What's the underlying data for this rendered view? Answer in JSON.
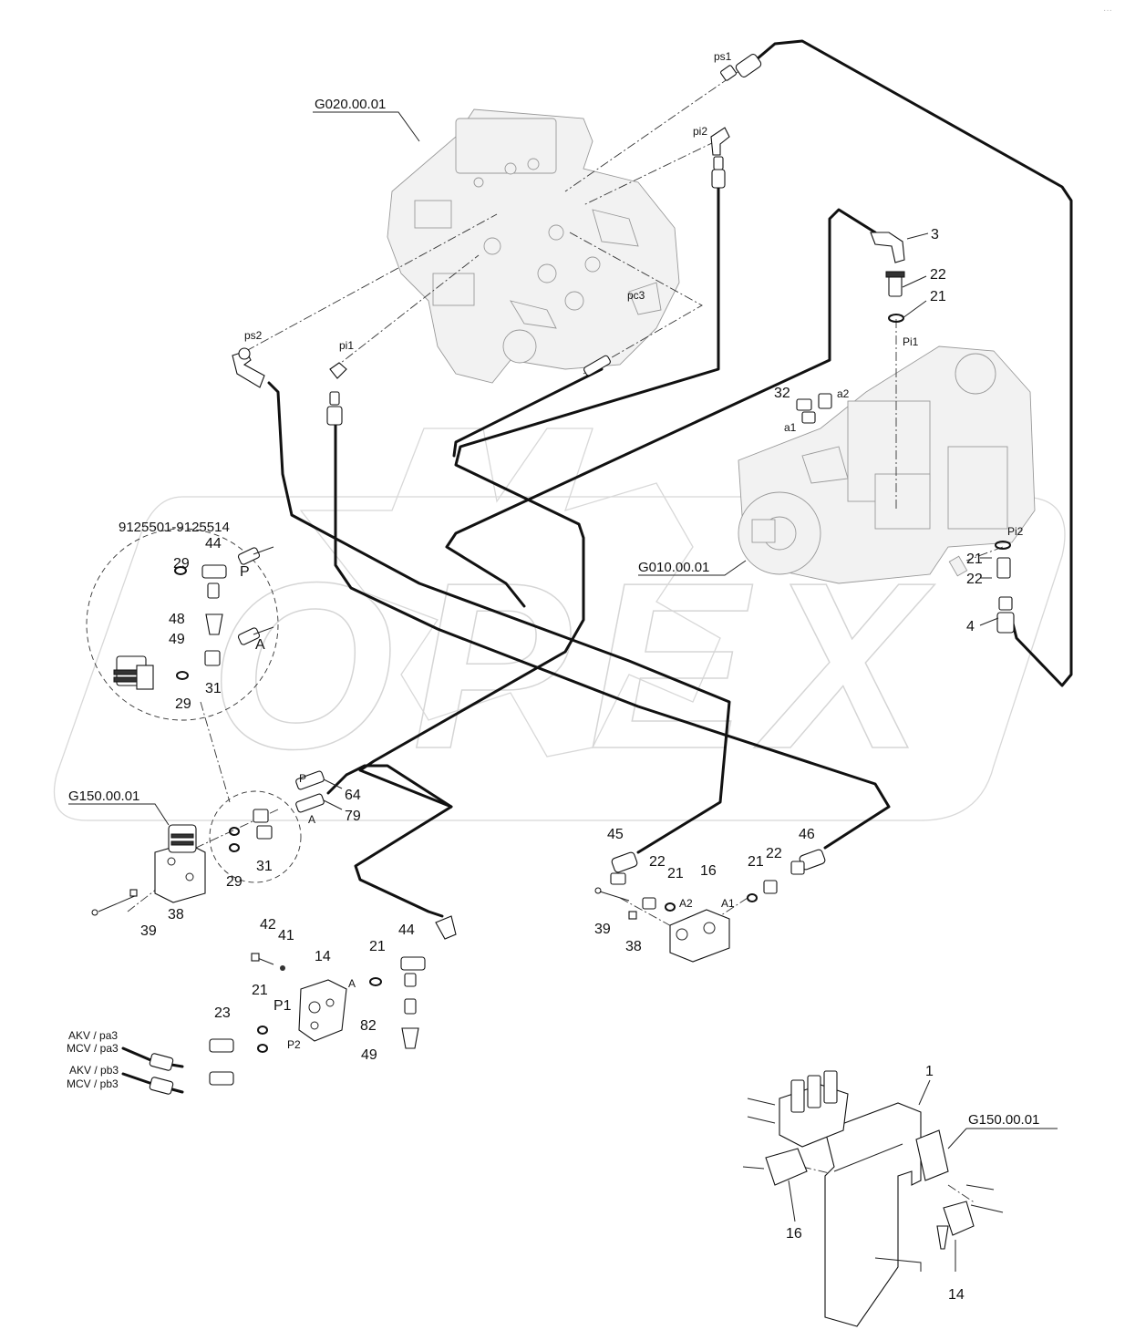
{
  "watermark": "OPEX",
  "corner_mark": "···",
  "assemblies": {
    "main_valve": "G020.00.01",
    "pump": "G010.00.01",
    "solenoid_left": "G150.00.01",
    "solenoid_bottom": "G150.00.01",
    "serial_range": "9125501-9125514"
  },
  "ports": {
    "ps1": "ps1",
    "ps2": "ps2",
    "pi1": "pi1",
    "pi2": "pi2",
    "pc3": "pc3",
    "Pi1": "Pi1",
    "Pi2": "Pi2",
    "a1": "a1",
    "a2": "a2",
    "P": "P",
    "A": "A",
    "P1": "P1",
    "P2": "P2",
    "A1": "A1",
    "A2": "A2"
  },
  "hose_ends": {
    "pa3_akv": "AKV / pa3",
    "pa3_mcv": "MCV / pa3",
    "pb3_akv": "AKV / pb3",
    "pb3_mcv": "MCV / pb3"
  },
  "callouts": {
    "c3": "3",
    "c22a": "22",
    "c21a": "21",
    "c32": "32",
    "c21b": "21",
    "c22b": "22",
    "c4": "4",
    "c29a": "29",
    "c44a": "44",
    "c48": "48",
    "c49a": "49",
    "c31a": "31",
    "c29b": "29",
    "c64": "64",
    "c79": "79",
    "c31b": "31",
    "c29c": "29",
    "c38a": "38",
    "c39a": "39",
    "c45": "45",
    "c22c": "22",
    "c21c": "21",
    "c16a": "16",
    "c21d": "21",
    "c22d": "22",
    "c46": "46",
    "c39b": "39",
    "c38b": "38",
    "c42": "42",
    "c41": "41",
    "c14a": "14",
    "c21e": "21",
    "c44b": "44",
    "c23": "23",
    "c21f": "21",
    "c82": "82",
    "c49b": "49",
    "c1": "1",
    "c16b": "16",
    "c14b": "14"
  }
}
